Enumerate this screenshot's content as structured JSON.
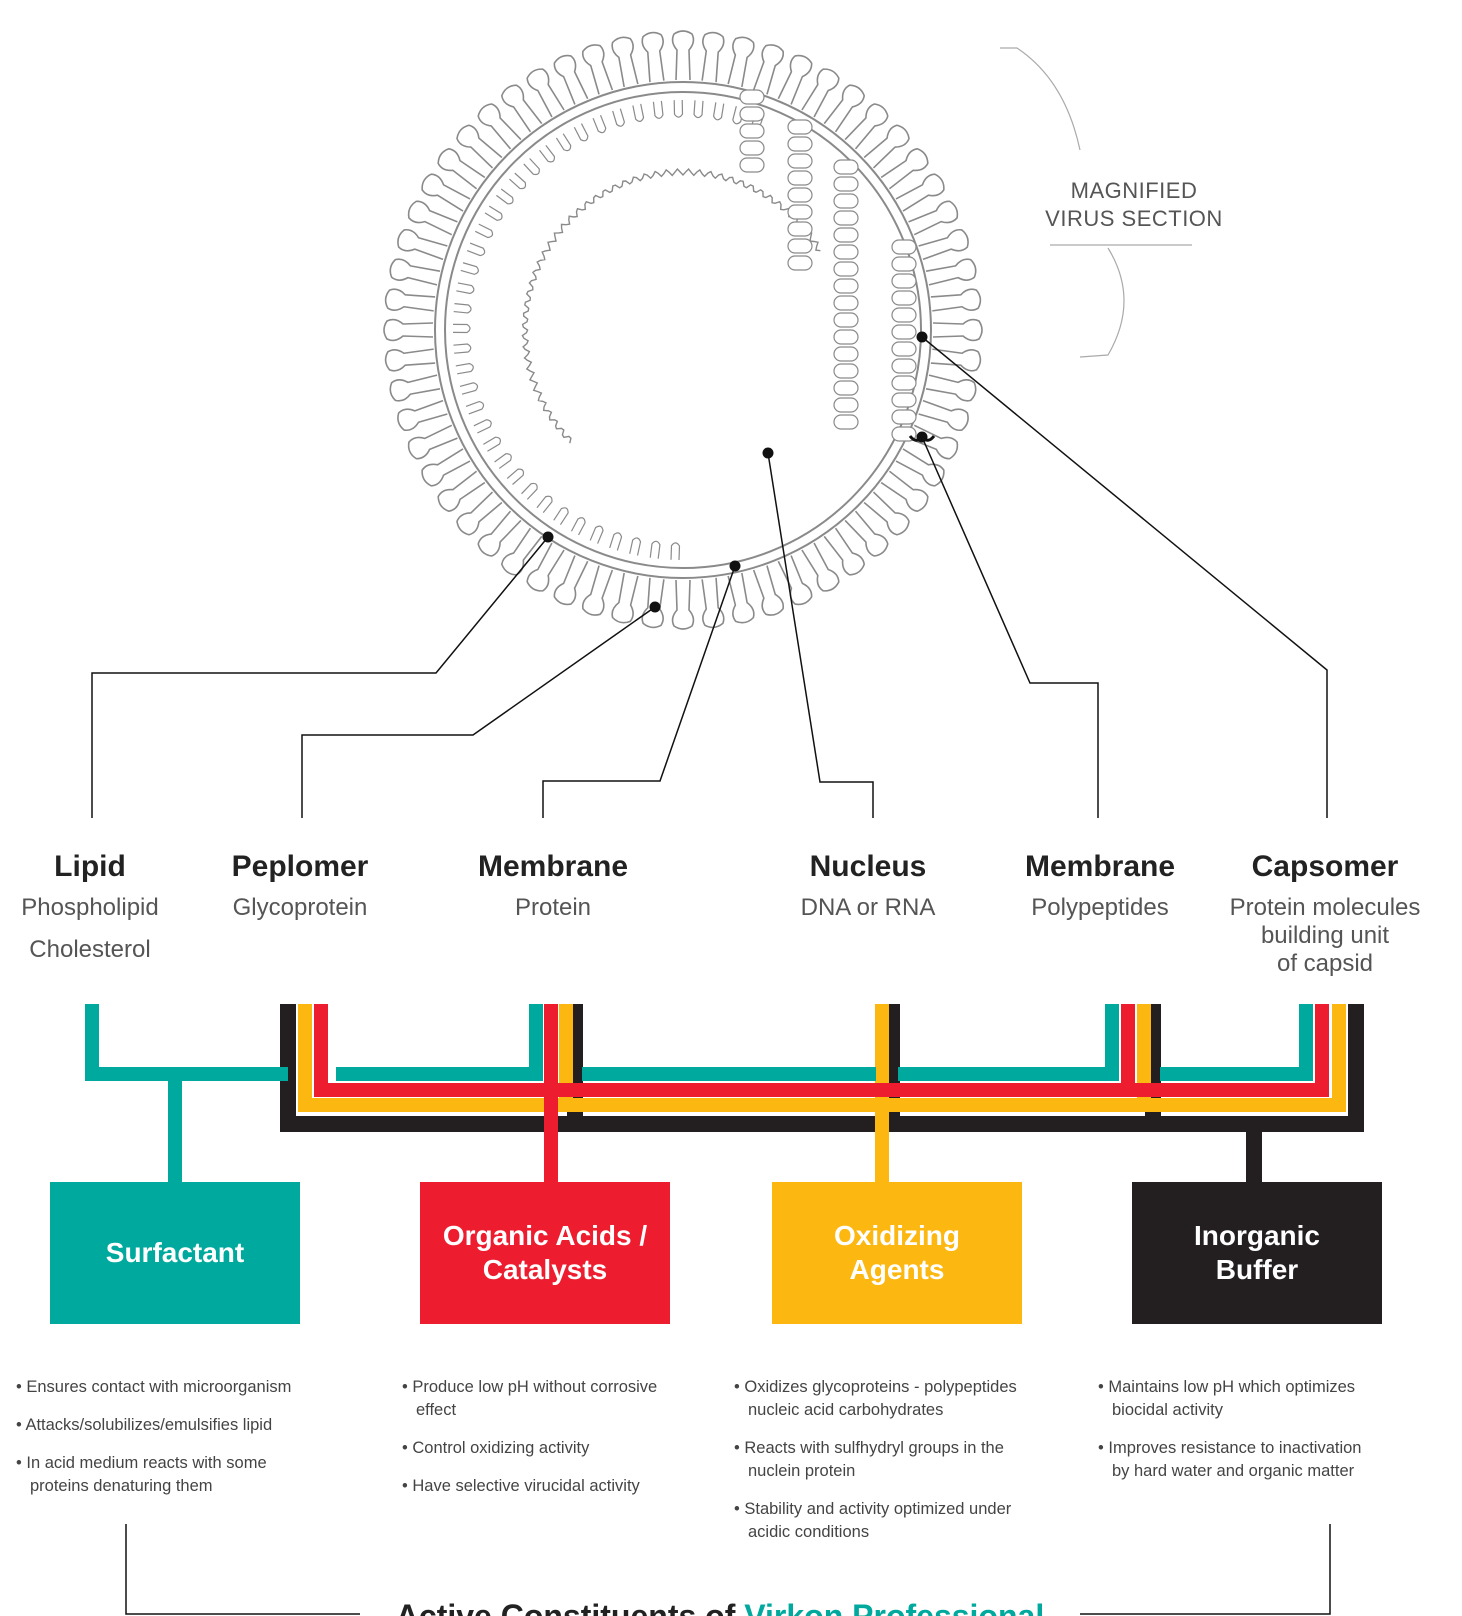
{
  "magnified_label": [
    "MAGNIFIED",
    "VIRUS SECTION"
  ],
  "components": [
    {
      "title": "Lipid",
      "sub": [
        "Phospholipid",
        "Cholesterol"
      ]
    },
    {
      "title": "Peplomer",
      "sub": [
        "Glycoprotein"
      ]
    },
    {
      "title": "Membrane",
      "sub": [
        "Protein"
      ]
    },
    {
      "title": "Nucleus",
      "sub": [
        "DNA or RNA"
      ]
    },
    {
      "title": "Membrane",
      "sub": [
        "Polypeptides"
      ]
    },
    {
      "title": "Capsomer",
      "sub": [
        "Protein molecules",
        "building unit",
        "of capsid"
      ]
    }
  ],
  "constituents": [
    {
      "name": [
        "Surfactant"
      ],
      "color": "#00a99d",
      "bullets": [
        [
          "Ensures contact with microorganism"
        ],
        [
          "Attacks/solubilizes/emulsifies lipid"
        ],
        [
          "In acid medium reacts with some",
          "proteins denaturing them"
        ]
      ]
    },
    {
      "name": [
        "Organic Acids /",
        "Catalysts"
      ],
      "color": "#ed1c2e",
      "bullets": [
        [
          "Produce low pH without corrosive",
          "effect"
        ],
        [
          "Control oxidizing activity"
        ],
        [
          "Have selective virucidal activity"
        ]
      ]
    },
    {
      "name": [
        "Oxidizing",
        "Agents"
      ],
      "color": "#fcb711",
      "bullets": [
        [
          "Oxidizes glycoproteins - polypeptides",
          "nucleic acid carbohydrates"
        ],
        [
          "Reacts with sulfhydryl groups in the",
          "nuclein protein"
        ],
        [
          "Stability and activity optimized under",
          "acidic conditions"
        ]
      ]
    },
    {
      "name": [
        "Inorganic",
        "Buffer"
      ],
      "color": "#231f20",
      "bullets": [
        [
          "Maintains low pH which optimizes",
          "biocidal activity"
        ],
        [
          "Improves resistance to inactivation",
          "by hard water and organic matter"
        ]
      ]
    }
  ],
  "footer": {
    "prefix": "Active Constituents of ",
    "brand": "Virkon Professional",
    "brand_color": "#00a99d"
  },
  "colors": {
    "line": "#111111",
    "virus_stroke": "#8a8a8a"
  }
}
